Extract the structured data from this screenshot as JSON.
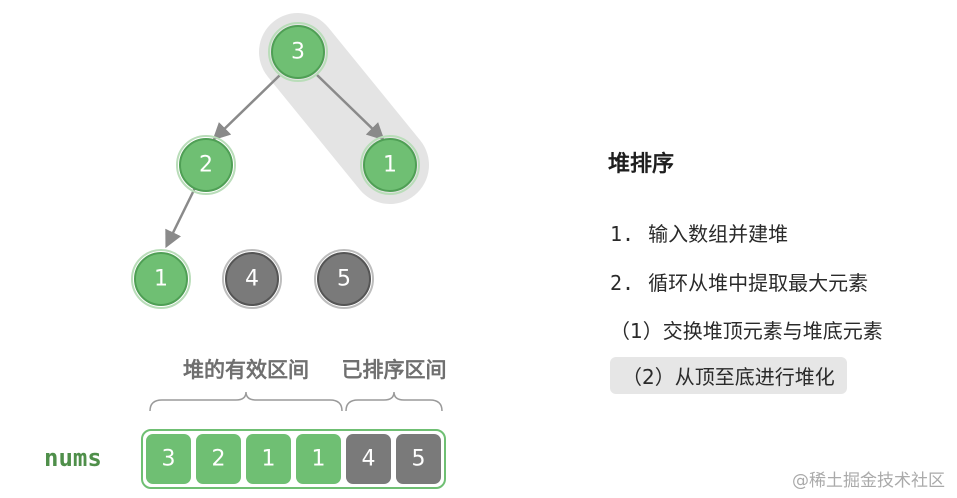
{
  "colors": {
    "green_fill": "#6fbf73",
    "green_stroke": "#4f9f55",
    "gray_fill": "#7a7a7a",
    "gray_stroke": "#555555",
    "highlight": "#e4e4e4",
    "edge": "#8a8a8a",
    "nums_text": "#4f8f4a"
  },
  "tree": {
    "nodes": [
      {
        "value": "3",
        "state": "active"
      },
      {
        "value": "2",
        "state": "active"
      },
      {
        "value": "1",
        "state": "active"
      },
      {
        "value": "1",
        "state": "active"
      },
      {
        "value": "4",
        "state": "sorted"
      },
      {
        "value": "5",
        "state": "sorted"
      }
    ],
    "highlighted_swap": [
      "3",
      "1"
    ]
  },
  "array": {
    "label": "nums",
    "cells": [
      {
        "value": "3",
        "state": "active"
      },
      {
        "value": "2",
        "state": "active"
      },
      {
        "value": "1",
        "state": "active"
      },
      {
        "value": "1",
        "state": "active"
      },
      {
        "value": "4",
        "state": "sorted"
      },
      {
        "value": "5",
        "state": "sorted"
      }
    ],
    "unsorted_label": "堆的有效区间",
    "sorted_label": "已排序区间"
  },
  "panel": {
    "title": "堆排序",
    "step1_num": "1.",
    "step1_text": "输入数组并建堆",
    "step2_num": "2.",
    "step2_text": "循环从堆中提取最大元素",
    "sub1": "（1）交换堆顶元素与堆底元素",
    "sub2": "（2）从顶至底进行堆化"
  },
  "watermark": "@稀土掘金技术社区"
}
